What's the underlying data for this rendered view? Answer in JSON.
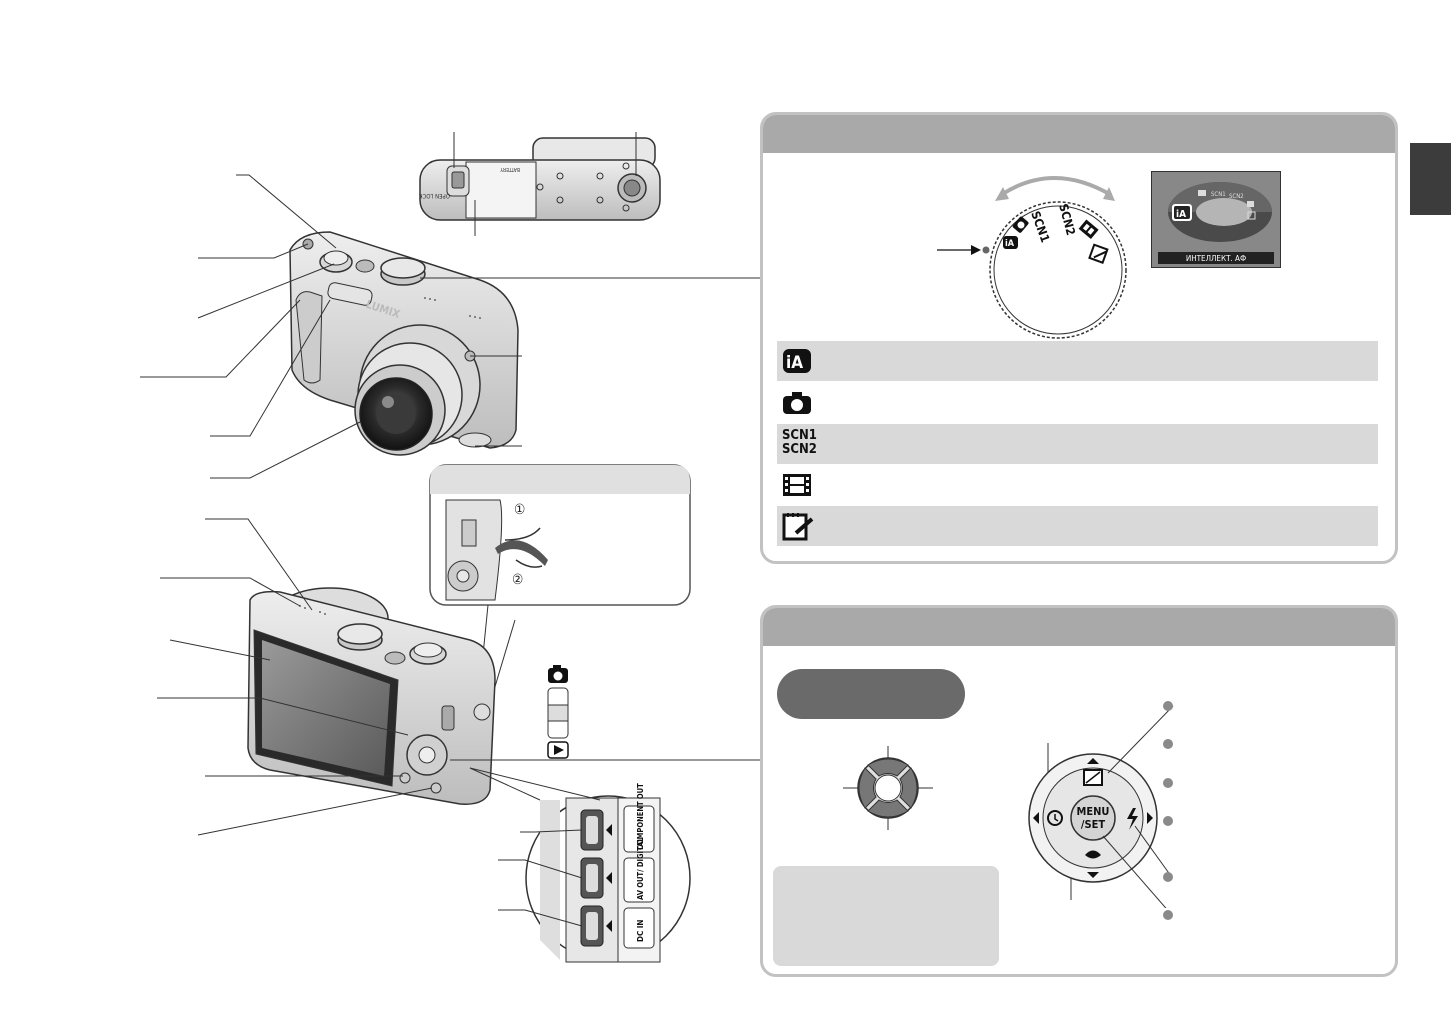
{
  "screen_labels": {
    "screen_mode": "ИНТЕЛЛЕКТ. АФ",
    "screen_modes": [
      "SCN1",
      "SCN2"
    ]
  },
  "mode_dial": {
    "dial_marks": [
      "iA",
      "SCN1",
      "SCN2"
    ]
  },
  "mode_list": {
    "scn_label_1": "SCN1",
    "scn_label_2": "SCN2",
    "items": [
      {
        "icon": "intelligent-auto-icon",
        "text": ""
      },
      {
        "icon": "camera-icon",
        "text": ""
      },
      {
        "icon": "scene-icon",
        "text": ""
      },
      {
        "icon": "movie-icon",
        "text": ""
      },
      {
        "icon": "clipboard-icon",
        "text": ""
      }
    ]
  },
  "ports": {
    "component_out": "COMPONENT OUT",
    "av_out": "AV OUT/ DIGITAL",
    "dc_in": "DC IN"
  },
  "strap": {
    "step1": "①",
    "step2": "②"
  },
  "camera_top": {
    "bottom_text": "OPEN LOCK",
    "battery_text": "BATTERY"
  },
  "brand": "LUMIX",
  "cursor_pad": {
    "center_label": "MENU /SET"
  },
  "colors": {
    "panel_head": "#a9a9a9",
    "panel_border": "#c2c2c2",
    "row_shade": "#d9d9d9",
    "chip": "#6a6a6a",
    "side_tab": "#3c3c3c"
  }
}
